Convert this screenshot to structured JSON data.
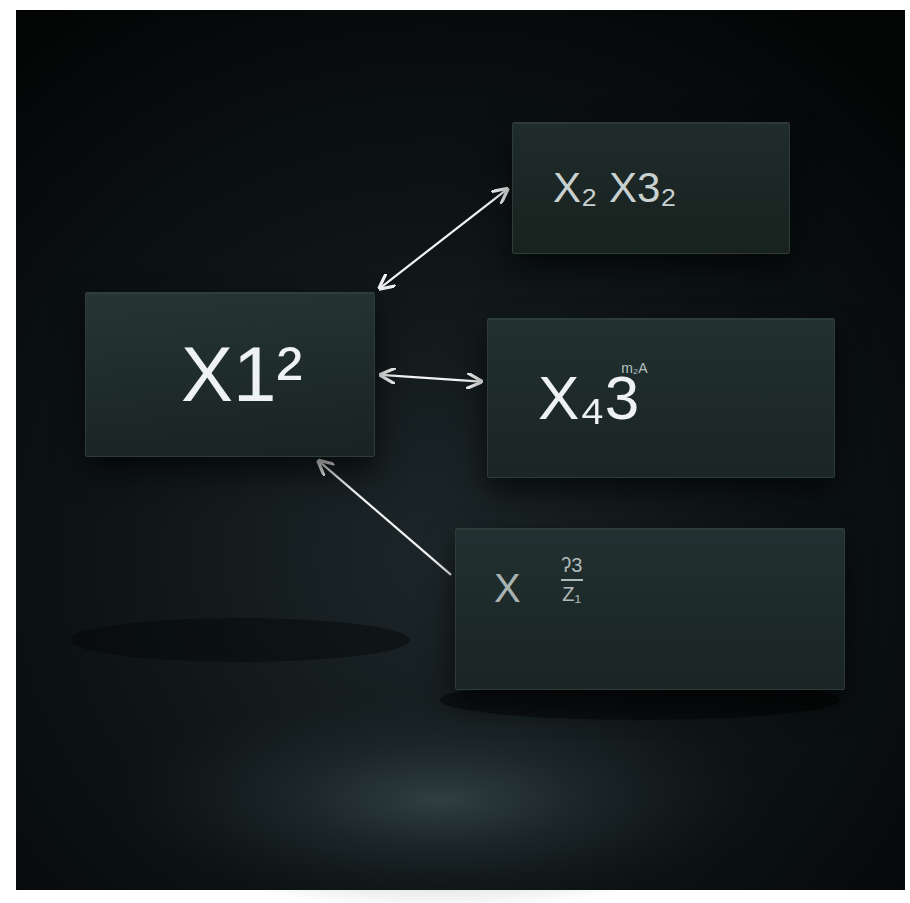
{
  "diagram": {
    "nodes": [
      {
        "text": [
          "X1²"
        ]
      },
      {
        "text": [
          "X₂ X3₂"
        ]
      },
      {
        "text": [
          "X₄3",
          "m₂A"
        ]
      },
      {
        "text": [
          "X",
          "ʔ3",
          "Z₁"
        ]
      }
    ],
    "edges": [
      {
        "from": 0,
        "to": 1,
        "arrow": "both"
      },
      {
        "from": 0,
        "to": 2,
        "arrow": "both"
      },
      {
        "from": 3,
        "to": 0,
        "arrow": "to"
      }
    ]
  }
}
